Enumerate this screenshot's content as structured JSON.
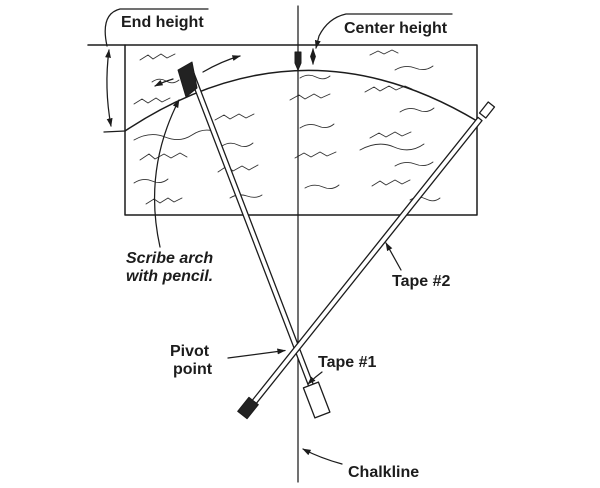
{
  "figure": {
    "background_color": "#ffffff",
    "ink_color": "#1c1c1c",
    "labels": {
      "end_height": "End height",
      "center_height": "Center height",
      "scribe_line1": "Scribe arch",
      "scribe_line2": "with pencil.",
      "tape2": "Tape #2",
      "pivot_line1": "Pivot",
      "pivot_line2": "point",
      "tape1": "Tape #1",
      "chalkline": "Chalkline"
    }
  }
}
